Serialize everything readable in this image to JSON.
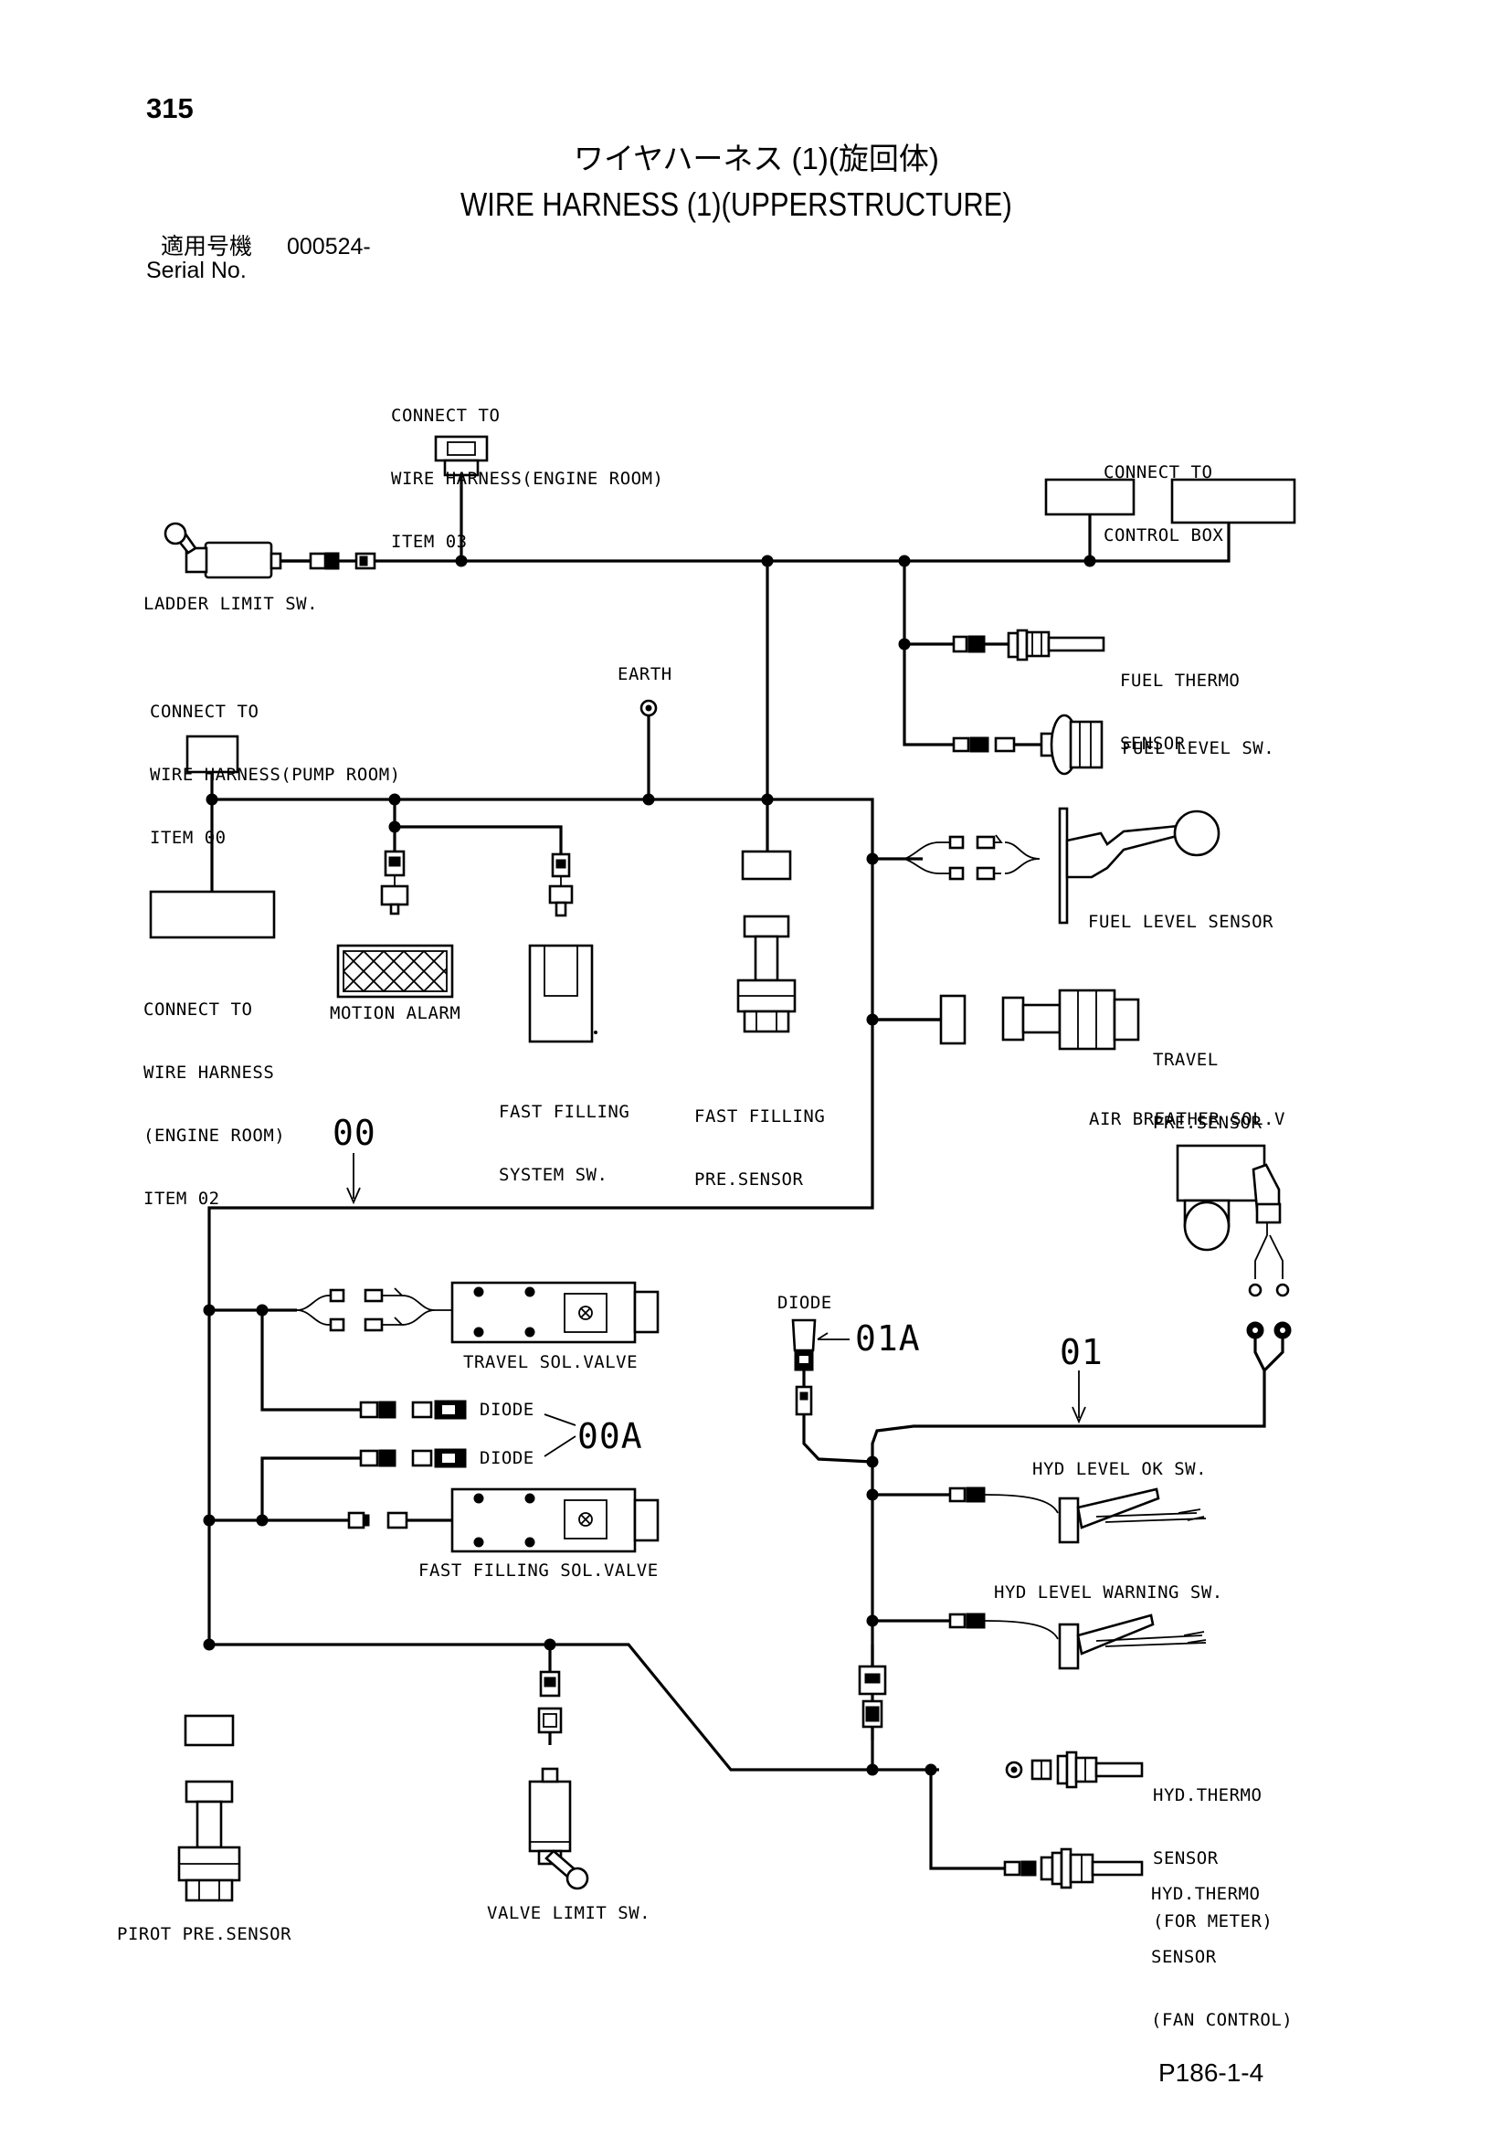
{
  "page": {
    "number": "315",
    "title_jp": "ワイヤハーネス (1)(旋回体)",
    "title_en": "WIRE HARNESS (1)(UPPERSTRUCTURE)",
    "serial_label_jp": "適用号機",
    "serial_value": "000524-",
    "serial_label_en": "Serial No.",
    "footer_code": "P186-1-4"
  },
  "labels": {
    "connect_engine_room_03": [
      "CONNECT TO",
      "WIRE HARNESS(ENGINE ROOM)",
      "ITEM 03"
    ],
    "connect_control_box": [
      "CONNECT TO",
      "CONTROL BOX"
    ],
    "ladder_limit_sw": "LADDER LIMIT SW.",
    "fuel_thermo_sensor": [
      "FUEL THERMO",
      "SENSOR"
    ],
    "connect_pump_room_00": [
      "CONNECT TO",
      "WIRE HARNESS(PUMP ROOM)",
      "ITEM 00"
    ],
    "earth": "EARTH",
    "fuel_level_sw": "FUEL LEVEL SW.",
    "fuel_level_sensor": "FUEL LEVEL SENSOR",
    "connect_engine_room_02": [
      "CONNECT TO",
      "WIRE HARNESS",
      "(ENGINE ROOM)",
      "ITEM 02"
    ],
    "motion_alarm": "MOTION ALARM",
    "fast_filling_system_sw": [
      "FAST FILLING",
      "SYSTEM SW."
    ],
    "fast_filling_pre_sensor": [
      "FAST FILLING",
      "PRE.SENSOR"
    ],
    "travel_pre_sensor": [
      "TRAVEL",
      "PRE.SENSOR"
    ],
    "air_breather_sol_v": "AIR BREATHER SOL.V",
    "travel_sol_valve": "TRAVEL SOL.VALVE",
    "diode_top": "DIODE",
    "diode_a": "DIODE",
    "diode_b": "DIODE",
    "fast_filling_sol_valve": "FAST FILLING SOL.VALVE",
    "hyd_level_ok_sw": "HYD LEVEL OK SW.",
    "hyd_level_warning_sw": "HYD LEVEL WARNING SW.",
    "hyd_thermo_sensor_meter": [
      "HYD.THERMO",
      "SENSOR",
      "(FOR METER)"
    ],
    "hyd_thermo_sensor_fan": [
      "HYD.THERMO",
      "SENSOR",
      "(FAN CONTROL)"
    ],
    "pirot_pre_sensor": "PIROT PRE.SENSOR",
    "valve_limit_sw": "VALVE LIMIT SW."
  },
  "refs": {
    "r00": "00",
    "r01": "01",
    "r01A": "01A",
    "r00A": "00A"
  }
}
